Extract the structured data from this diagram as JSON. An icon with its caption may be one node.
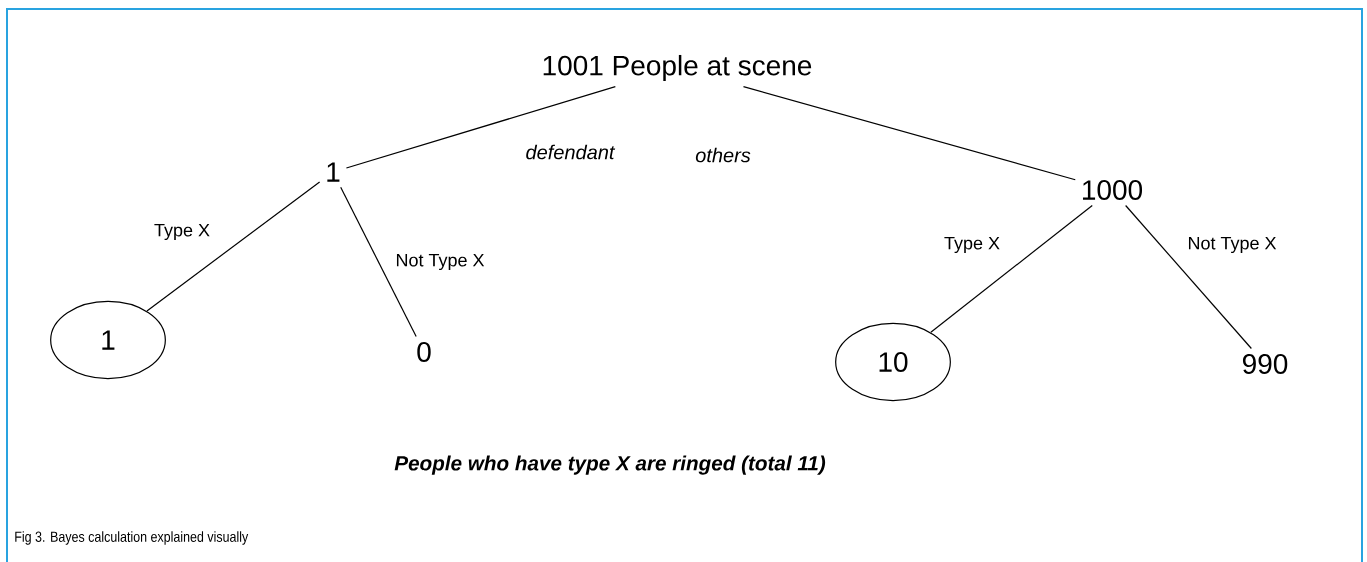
{
  "diagram": {
    "caption": "Fig 3. Bayes calculation explained visually",
    "nodes": [
      {
        "text": [
          "1001 People at scene"
        ]
      },
      {
        "text": [
          "1"
        ]
      },
      {
        "text": [
          "1000"
        ]
      },
      {
        "text": [
          "1"
        ]
      },
      {
        "text": [
          "0"
        ]
      },
      {
        "text": [
          "10"
        ]
      },
      {
        "text": [
          "990"
        ]
      }
    ],
    "edges": [
      {
        "from": 0,
        "to": 1,
        "arrow": "none",
        "label": "defendant"
      },
      {
        "from": 0,
        "to": 2,
        "arrow": "none",
        "label": "others"
      },
      {
        "from": 1,
        "to": 3,
        "arrow": "none",
        "label": "Type X"
      },
      {
        "from": 1,
        "to": 4,
        "arrow": "none",
        "label": "Not Type X"
      },
      {
        "from": 2,
        "to": 5,
        "arrow": "none",
        "label": "Type X"
      },
      {
        "from": 2,
        "to": 6,
        "arrow": "none",
        "label": "Not Type X"
      }
    ],
    "labels": [
      "People who have type X are ringed (total 11)"
    ]
  }
}
